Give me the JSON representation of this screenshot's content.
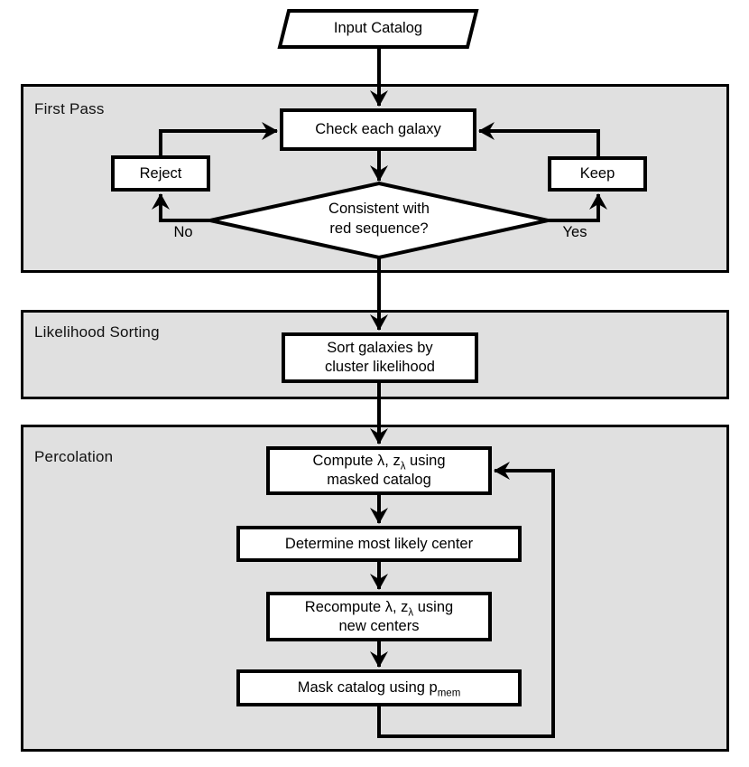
{
  "sections": {
    "first_pass": {
      "title": "First Pass"
    },
    "likelihood_sorting": {
      "title": "Likelihood Sorting"
    },
    "percolation": {
      "title": "Percolation"
    }
  },
  "nodes": {
    "input": "Input Catalog",
    "check": "Check each galaxy",
    "reject": "Reject",
    "keep": "Keep",
    "decision_line1": "Consistent with",
    "decision_line2": "red sequence?",
    "branch_no": "No",
    "branch_yes": "Yes",
    "sort_line1": "Sort galaxies by",
    "sort_line2": "cluster likelihood",
    "compute_line1_pre": "Compute λ, z",
    "compute_line1_sub": "λ",
    "compute_line1_post": " using",
    "compute_line2": "masked catalog",
    "determine": "Determine most likely center",
    "recompute_line1_pre": "Recompute λ, z",
    "recompute_line1_sub": "λ",
    "recompute_line1_post": " using",
    "recompute_line2": "new centers",
    "mask_pre": "Mask catalog using p",
    "mask_sub": "mem"
  },
  "colors": {
    "section_fill": "#e0e0e0",
    "node_fill": "#ffffff",
    "stroke": "#000000"
  }
}
